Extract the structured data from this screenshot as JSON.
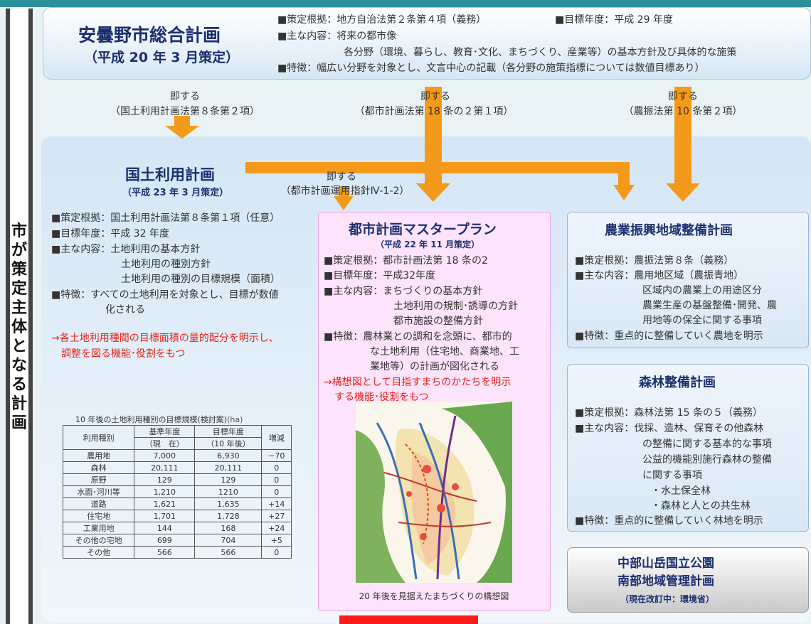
{
  "side_label": "市が策定主体となる計画",
  "top_plan": {
    "title": "安曇野市総合計画",
    "subtitle": "（平成 20 年 3 月策定）",
    "basis": "■策定根拠：地方自治法第２条第４項（義務）",
    "target_year": "■目標年度：平成 29 年度",
    "content_label": "■主な内容：将来の都市像",
    "content_line2": "各分野（環境、暮らし、教育･文化、まちづくり、産業等）の基本方針及び具体的な施策",
    "feature": "■特徴：幅広い分野を対象とし、文言中心の記載（各分野の施策指標については数値目標あり）"
  },
  "connectors": [
    {
      "label": "即する",
      "ref": "（国土利用計画法第８条第２項）"
    },
    {
      "label": "即する",
      "ref": "（都市計画法第 18 条の２第１項）"
    },
    {
      "label": "即する",
      "ref": "（農振法第 10 条第２項）"
    },
    {
      "label": "即する",
      "ref": "（都市計画運用指針Ⅳ-1-2）"
    }
  ],
  "land_use_plan": {
    "title": "国土利用計画",
    "subtitle": "（平成 23 年 3 月策定）",
    "lines": [
      "■策定根拠：国土利用計画法第８条第１項（任意）",
      "■目標年度：平成 32 年度",
      "■主な内容：土地利用の基本方針",
      "土地利用の種別方針",
      "土地利用の種別の目標規模（面積）",
      "■特徴：すべての土地利用を対象とし、目標が数値",
      "化される"
    ],
    "red_note_1": "→各土地利用種間の目標面積の量的配分を明示し、",
    "red_note_2": "調整を図る機能･役割をもつ"
  },
  "table": {
    "caption": "10 年後の土地利用種別の目標規模(検討案)",
    "unit": "(ha)",
    "headers": [
      "利用種別",
      "基準年度",
      "目標年度",
      "増減"
    ],
    "subheaders": [
      "",
      "（現　在）",
      "（10 年後）",
      ""
    ],
    "rows": [
      [
        "農用地",
        "7,000",
        "6,930",
        "−70"
      ],
      [
        "森林",
        "20,111",
        "20,111",
        "0"
      ],
      [
        "原野",
        "129",
        "129",
        "0"
      ],
      [
        "水面･河川等",
        "1,210",
        "1210",
        "0"
      ],
      [
        "道路",
        "1,621",
        "1,635",
        "+14"
      ],
      [
        "住宅地",
        "1,701",
        "1,728",
        "+27"
      ],
      [
        "工業用地",
        "144",
        "168",
        "+24"
      ],
      [
        "その他の宅地",
        "699",
        "704",
        "+5"
      ],
      [
        "その他",
        "566",
        "566",
        "0"
      ]
    ]
  },
  "master_plan": {
    "title": "都市計画マスタープラン",
    "subtitle": "（平成 22 年 11 月策定）",
    "lines": [
      "■策定根拠：都市計画法第 18 条の2",
      "■目標年度：平成32年度",
      "■主な内容：まちづくりの基本方針",
      "土地利用の規制･誘導の方針",
      "都市施設の整備方針",
      "■特徴：農林業との調和を念頭に、都市的",
      "な土地利用（住宅地、商業地、工",
      "業地等）の計画が図化される"
    ],
    "red_note_1": "→構想図として目指すまちのかたちを明示",
    "red_note_2": "する機能･役割をもつ",
    "map_caption": "20 年後を見据えたまちづくりの構想図"
  },
  "agri_plan": {
    "title": "農業振興地域整備計画",
    "lines": [
      "■策定根拠：農振法第８条（義務）",
      "■主な内容：農用地区域（農振青地）",
      "区域内の農業上の用途区分",
      "農業生産の基盤整備･開発、農",
      "用地等の保全に関する事項",
      "■特徴：重点的に整備していく農地を明示"
    ]
  },
  "forest_plan": {
    "title": "森林整備計画",
    "lines": [
      "■策定根拠：森林法第 15 条の５（義務）",
      "■主な内容：伐採、造林、保育その他森林",
      "の整備に関する基本的な事項",
      "公益的機能別施行森林の整備",
      "に関する事項",
      "・水土保全林",
      "・森林と人との共生林",
      "■特徴：重点的に整備していく林地を明示"
    ]
  },
  "park_plan": {
    "title_1": "中部山岳国立公園",
    "title_2": "南部地域管理計画",
    "subtitle": "（現在改訂中：環境省）"
  }
}
